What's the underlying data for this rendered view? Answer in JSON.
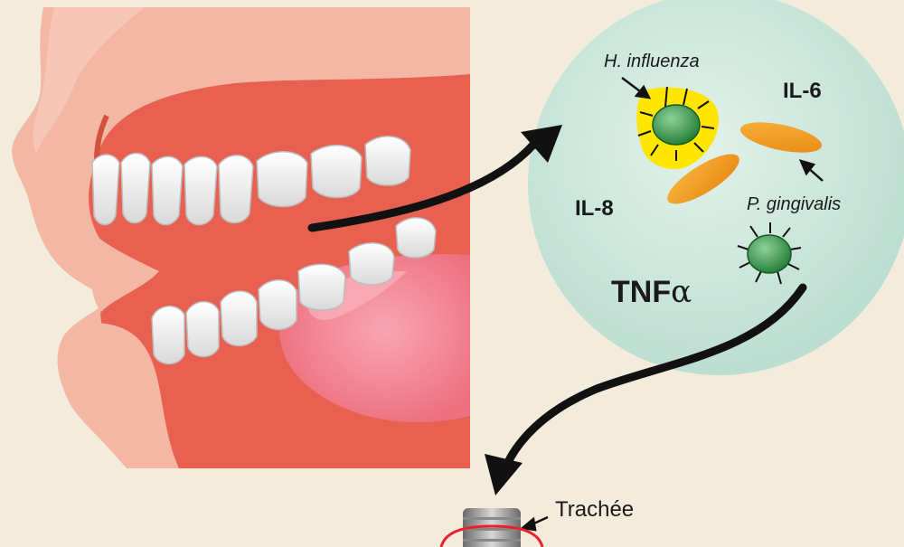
{
  "labels": {
    "h_influenza": "H. influenza",
    "il6": "IL-6",
    "il8": "IL-8",
    "p_gingivalis": "P. gingivalis",
    "tnf_prefix": "TNF",
    "tnf_greek": "α",
    "trachee": "Trachée"
  },
  "colors": {
    "background": "#f3ecdd",
    "face": "#f2b5a3",
    "gum": "#e8604f",
    "teeth": "#ffffff",
    "tongue": "#f07c8a",
    "circle": "#cfe8de",
    "bacteria": "#2e8b3d",
    "halo": "#ffe600",
    "p_gingivalis_cell": "#f0a024",
    "arrow": "#111111",
    "trachea_ring": "#e8202a"
  },
  "icons": [
    "bacterium-icon",
    "bacterium-icon",
    "p-gingivalis-cell-icon",
    "trachea-icon"
  ]
}
